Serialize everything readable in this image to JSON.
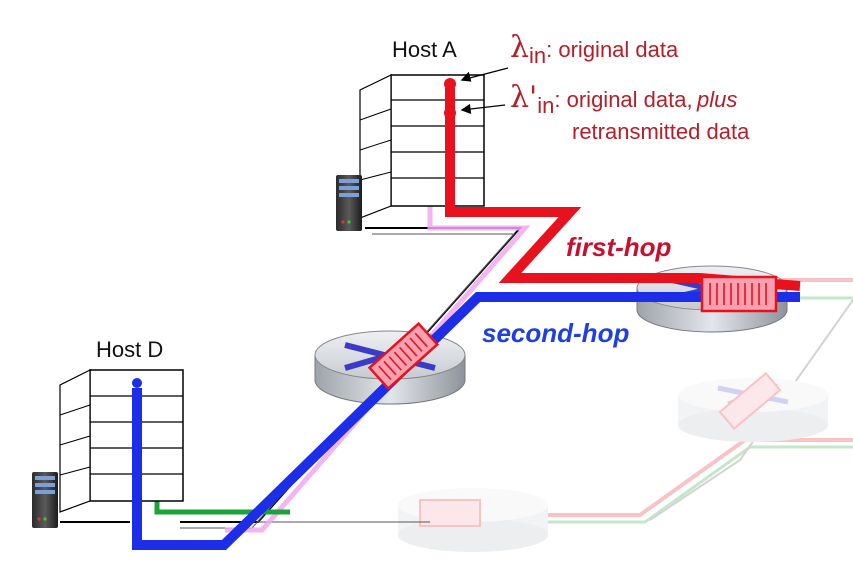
{
  "hosts": {
    "host_a": "Host A",
    "host_d": "Host D"
  },
  "annotations": {
    "lambda_symbol": "λ",
    "lambda_sub": "in",
    "lambda_text": ": original data",
    "lambda_prime_symbol": "λ'",
    "lambda_prime_sub": "in",
    "lambda_prime_text": ": original data,",
    "lambda_prime_plus": "plus",
    "lambda_prime_text2": "retransmitted data"
  },
  "hops": {
    "first": "first-hop",
    "second": "second-hop"
  },
  "colors": {
    "red_flow": "#e8121e",
    "blue_flow": "#1c2ee8",
    "green_flow": "#1aa33a",
    "pink_flow": "#f0a8f0",
    "annotation_red": "#b3202a"
  }
}
